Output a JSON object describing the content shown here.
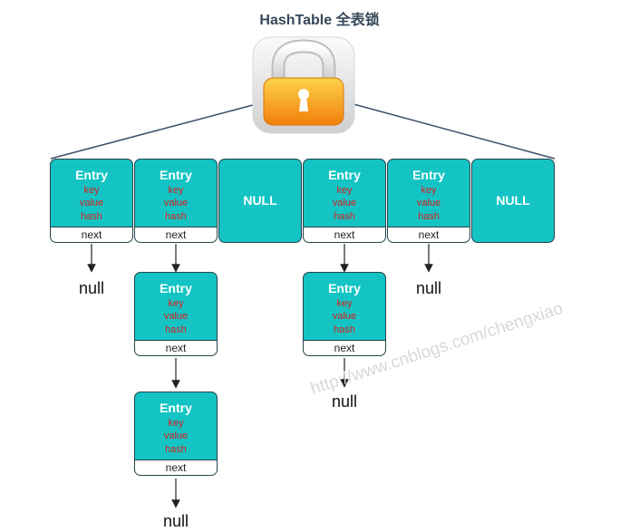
{
  "title": "HashTable 全表锁",
  "entry": {
    "label": "Entry",
    "fields": [
      "key",
      "value",
      "hash"
    ],
    "next_label": "next"
  },
  "null_cell_label": "NULL",
  "null_text": "null",
  "watermark": "http://www.cnblogs.com/chengxiao",
  "colors": {
    "cell": "#14c4c4",
    "border": "#27424a",
    "field_text": "#d61f1f",
    "lock_body": "#f39a0c",
    "title": "#35475a"
  },
  "icons": {
    "lock": "padlock-icon"
  }
}
